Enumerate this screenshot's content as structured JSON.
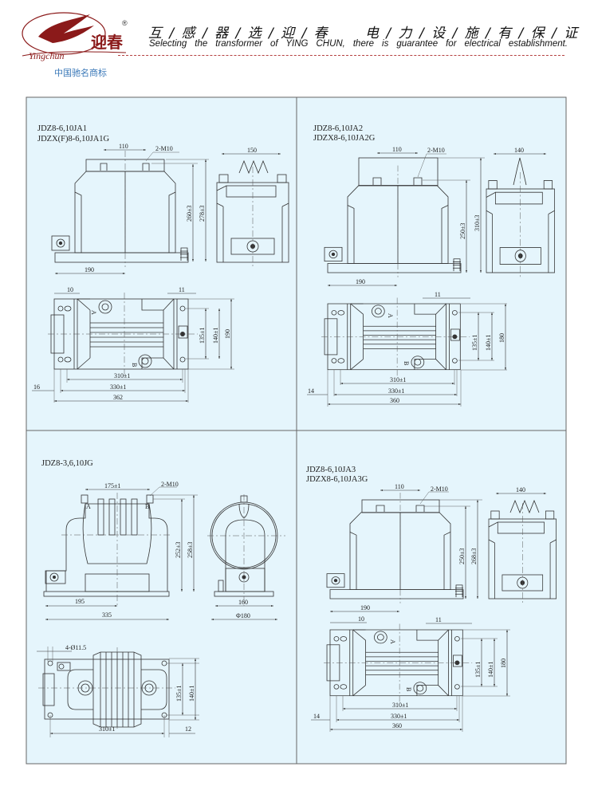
{
  "header": {
    "logo_cn": "迎春",
    "logo_script": "Yingchun",
    "registered": "®",
    "slogan_cn_left": "互 / 感 / 器 / 选 / 迎 / 春",
    "slogan_cn_right": "电 / 力 / 设 / 施 / 有 / 保 / 证",
    "slogan_en": "Selecting the transformer of YING CHUN, there is guarantee for electrical establishment.",
    "trademark": "中国驰名商标",
    "brand_color": "#8b1a1a"
  },
  "panels": [
    {
      "models": [
        "JDZ8-6,10JA1",
        "JDZX(F)8-6,10JA1G"
      ],
      "dims": {
        "bolt_spacing": "110",
        "thread": "2-M10",
        "side_width": "150",
        "h1": "260±3",
        "h2": "278±3",
        "half_len": "190",
        "slot": "10",
        "hole": "11",
        "d135": "135±1",
        "d140": "140±1",
        "width": "190",
        "d310": "310±1",
        "d330": "330±1",
        "offset": "16",
        "length": "362",
        "a": "A",
        "b": "B"
      }
    },
    {
      "models": [
        "JDZ8-6,10JA2",
        "JDZX8-6,10JA2G"
      ],
      "dims": {
        "bolt_spacing": "110",
        "thread": "2-M10",
        "side_width": "140",
        "h1": "250±3",
        "h2": "310±3",
        "half_len": "190",
        "hole": "11",
        "d135": "135±1",
        "d140": "140±1",
        "width": "180",
        "d310": "310±1",
        "d330": "330±1",
        "offset": "14",
        "length": "360",
        "a": "A",
        "b": "B"
      }
    },
    {
      "models": [
        "JDZ8-3,6,10JG"
      ],
      "dims": {
        "bolt_spacing": "175±1",
        "thread": "2-M10",
        "a": "A",
        "b": "B",
        "h1": "252±3",
        "h2": "258±3",
        "half_len": "195",
        "length": "335",
        "side_width": "160",
        "diameter": "Φ180",
        "holes": "4-Ø11.5",
        "d135": "135±1",
        "d140": "140±1",
        "d310": "310±1",
        "offset": "12"
      }
    },
    {
      "models": [
        "JDZ8-6,10JA3",
        "JDZX8-6,10JA3G"
      ],
      "dims": {
        "bolt_spacing": "110",
        "thread": "2-M10",
        "side_width": "140",
        "h1": "250±3",
        "h2": "268±3",
        "half_len": "190",
        "slot": "10",
        "hole": "11",
        "d135": "135±1",
        "d140": "140±1",
        "width": "180",
        "d310": "310±1",
        "d330": "330±1",
        "offset": "14",
        "length": "360",
        "a": "A",
        "b": "B"
      }
    }
  ]
}
